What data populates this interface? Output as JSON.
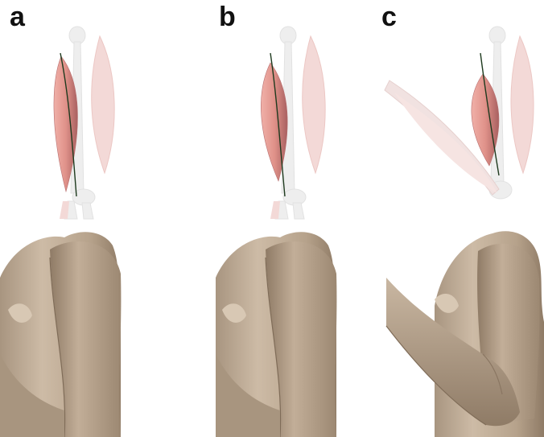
{
  "panels": [
    {
      "label": "a",
      "pose": "rest"
    },
    {
      "label": "b",
      "pose": "contracted"
    },
    {
      "label": "c",
      "pose": "flexed"
    }
  ],
  "colors": {
    "background": "#ffffff",
    "muscle_highlight": "#e89a92",
    "muscle_shade": "#b86e6a",
    "muscle_ghost": "#f3d9d7",
    "bone_ghost": "#eeeeee",
    "fiber_line": "#1e3a1e",
    "skin_light": "#c7b5a0",
    "skin_dark": "#9a8670",
    "label_text": "#111111"
  }
}
